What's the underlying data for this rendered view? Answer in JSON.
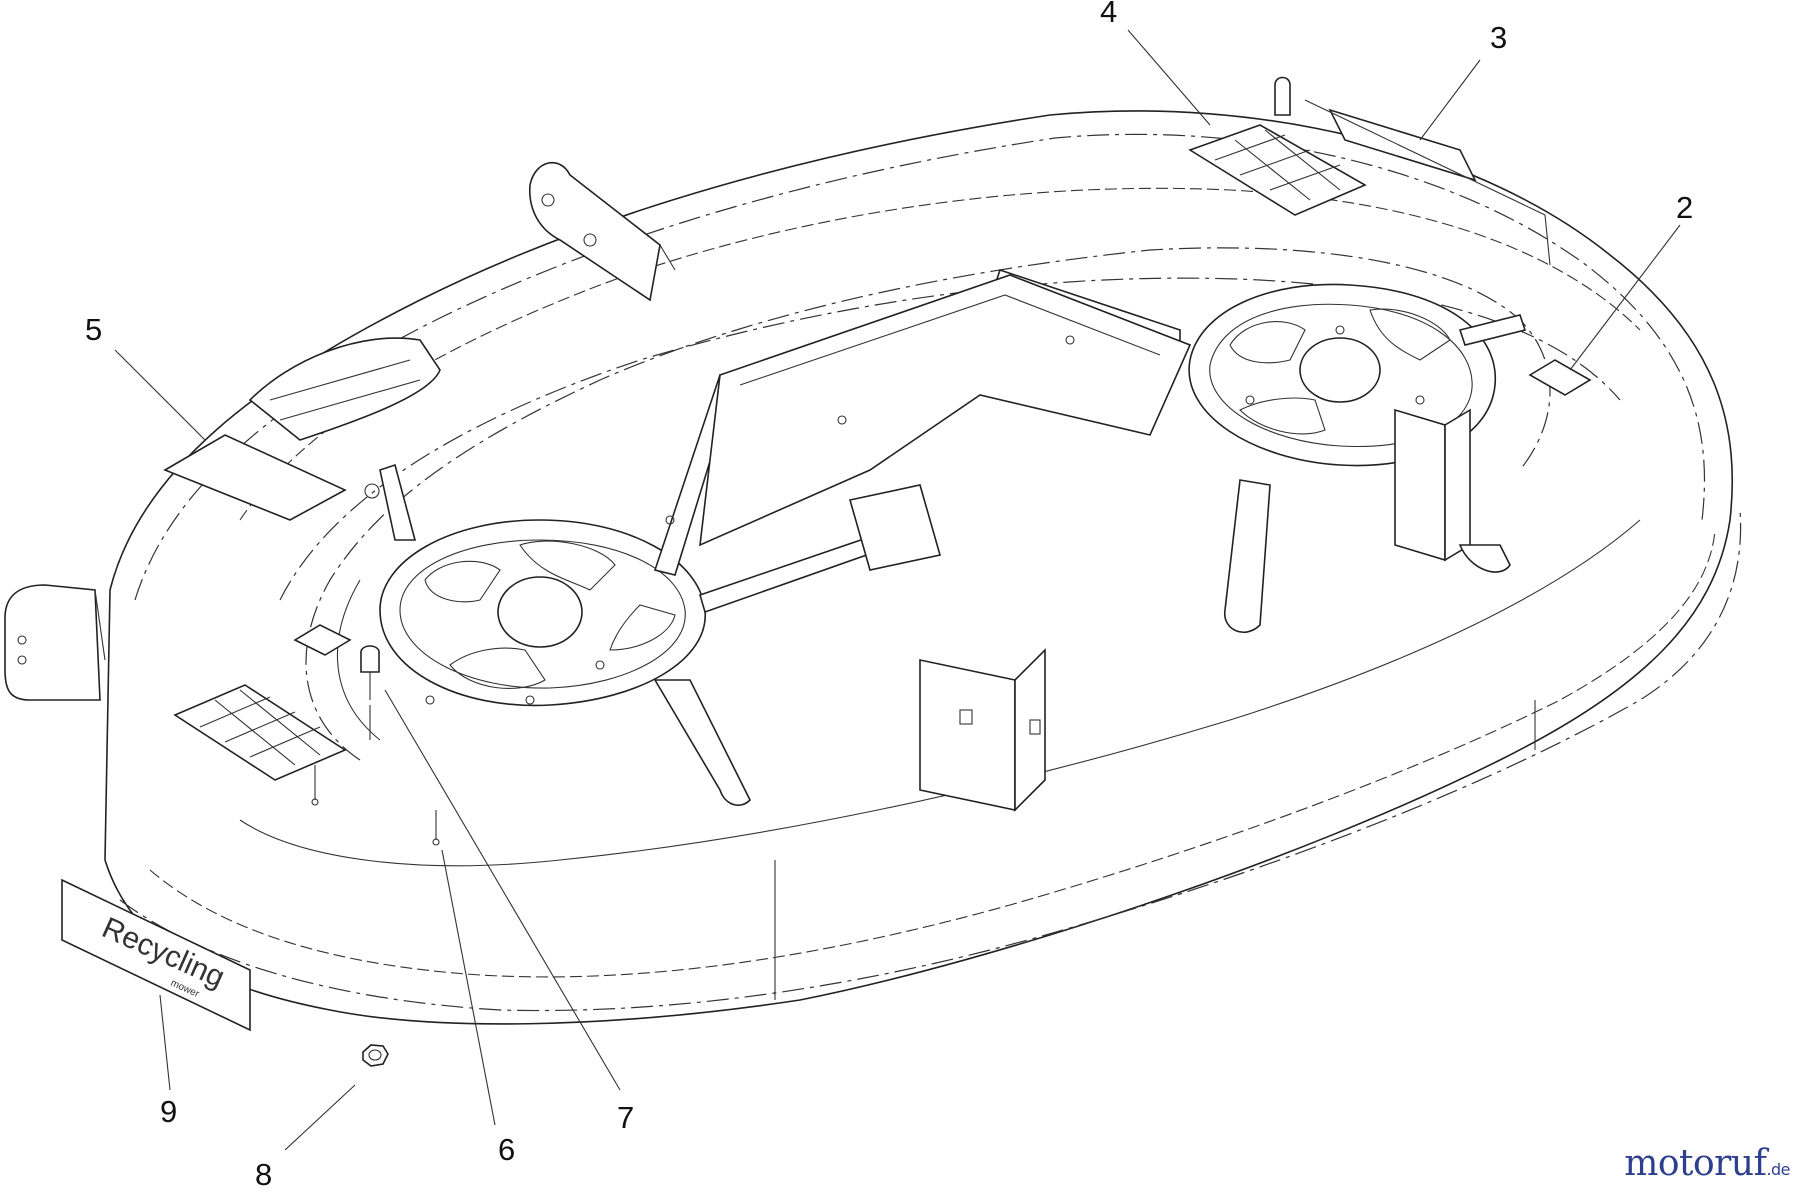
{
  "diagram": {
    "callouts": [
      "2",
      "3",
      "4",
      "5",
      "6",
      "7",
      "8",
      "9"
    ]
  },
  "decals": {
    "recycling_brand": "Recycling",
    "recycling_sub": "mower"
  },
  "watermark": {
    "name": "motoruf",
    "suffix": ".de"
  },
  "colors": {
    "watermark": "#2f3f8f",
    "lines": "#222222"
  }
}
